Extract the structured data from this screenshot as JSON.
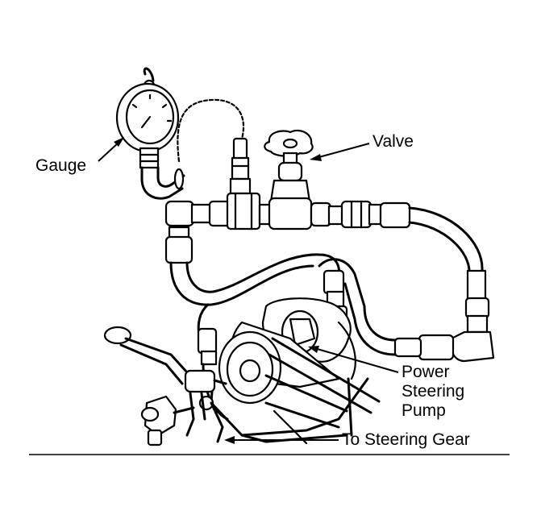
{
  "labels": {
    "gauge": "Gauge",
    "valve": "Valve",
    "pump_line1": "Power",
    "pump_line2": "Steering",
    "pump_line3": "Pump",
    "steering_gear": "To Steering Gear"
  }
}
